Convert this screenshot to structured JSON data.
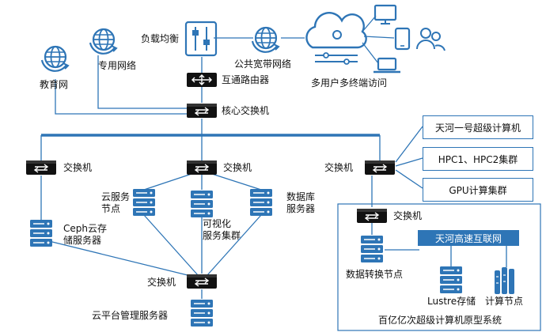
{
  "labels": {
    "load_balancer": "负载均衡",
    "public_broadband": "公共宽带网络",
    "multi_user": "多用户多终端访问",
    "private_network": "专用网络",
    "education_network": "教育网",
    "router": "互通路由器",
    "core_switch": "核心交换机",
    "switch_left": "交换机",
    "switch_mid": "交换机",
    "switch_right": "交换机",
    "cloud_service_node": "云服务\n节点",
    "visualization_cluster": "可视化\n服务集群",
    "database_server": "数据库\n服务器",
    "ceph_storage": "Ceph云存\n储服务器",
    "switch_bottom": "交换机",
    "cloud_mgmt_server": "云平台管理服务器",
    "switch_hpc": "交换机",
    "data_transfer_node": "数据转换节点",
    "lustre_storage": "Lustre存储",
    "compute_node": "计算节点",
    "exascale_title": "百亿亿次超级计算机原型系统"
  },
  "boxes": {
    "tianhe1": "天河一号超级计算机",
    "hpc_clusters": "HPC1、HPC2集群",
    "gpu_cluster": "GPU计算集群",
    "tianhe_interconnect": "天河高速互联网"
  },
  "colors": {
    "accent": "#2e75b6",
    "line": "#2e75b6",
    "device": "#111111"
  },
  "icons": [
    "globe-icon",
    "load-balancer-icon",
    "cloud-icon",
    "monitor-icon",
    "tablet-icon",
    "users-icon",
    "laptop-icon",
    "router-icon",
    "switch-icon",
    "server-icon",
    "lustre-storage-icon"
  ]
}
